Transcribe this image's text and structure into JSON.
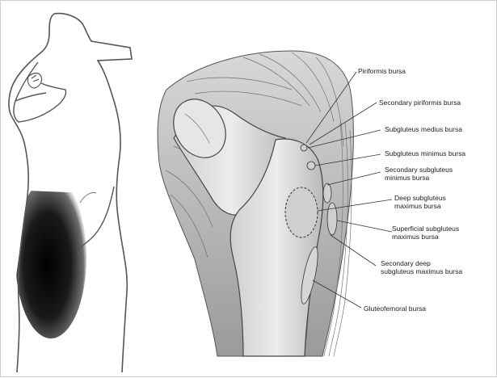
{
  "figure": {
    "labels": [
      {
        "id": "piriformis",
        "text": "Piriformis bursa"
      },
      {
        "id": "sec-piriformis",
        "text": "Secondary piriformis bursa"
      },
      {
        "id": "subglut-medius",
        "text": "Subgluteus medius bursa"
      },
      {
        "id": "subglut-minimus",
        "text": "Subgluteus minimus bursa"
      },
      {
        "id": "sec-subglut-minimus",
        "text": "Secondary subgluteus\nminimus bursa"
      },
      {
        "id": "deep-subglut-maximus",
        "text": "Deep subgluteus\nmaximus bursa"
      },
      {
        "id": "superficial-subglut-maximus",
        "text": "Superficial subgluteus\nmaximus bursa"
      },
      {
        "id": "sec-deep-subglut-maximus",
        "text": "Secondary deep\nsubgluteus maximus bursa"
      },
      {
        "id": "gluteofemoral",
        "text": "Gluteofemoral bursa"
      }
    ],
    "colors": {
      "outline": "#555555",
      "pain_dark": "#0a0a0a",
      "anatomy_shade": "#8c8c8c",
      "leader": "#333333"
    }
  }
}
